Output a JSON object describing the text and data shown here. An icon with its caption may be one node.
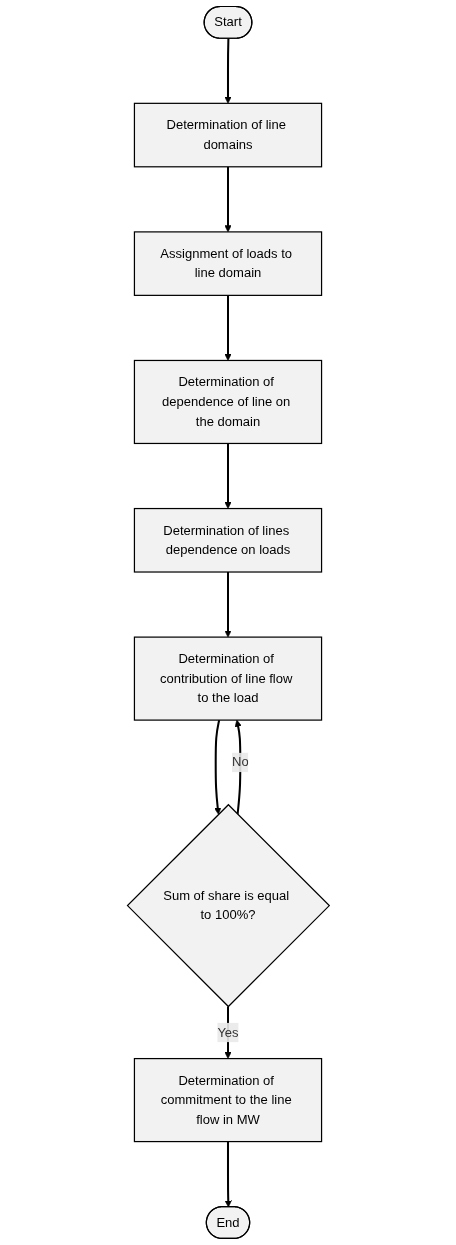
{
  "diagram": {
    "nodes": [
      {
        "text": [
          "Start"
        ]
      },
      {
        "text": [
          "Determination of line domains"
        ]
      },
      {
        "text": [
          "Assignment of loads to line domain"
        ]
      },
      {
        "text": [
          "Determination of dependence of line on the domain"
        ]
      },
      {
        "text": [
          "Determination of lines dependence on loads"
        ]
      },
      {
        "text": [
          "Determination of contribution of line flow to the load"
        ]
      },
      {
        "text": [
          "Sum of share is equal to 100%?"
        ]
      },
      {
        "text": [
          "Determination of commitment to the line flow in MW"
        ]
      },
      {
        "text": [
          "End"
        ]
      }
    ],
    "edges": [
      {
        "from": 0,
        "to": 1,
        "arrow": "to"
      },
      {
        "from": 1,
        "to": 2,
        "arrow": "to"
      },
      {
        "from": 2,
        "to": 3,
        "arrow": "to"
      },
      {
        "from": 3,
        "to": 4,
        "arrow": "to"
      },
      {
        "from": 4,
        "to": 5,
        "arrow": "to"
      },
      {
        "from": 5,
        "to": 6,
        "arrow": "to"
      },
      {
        "from": 6,
        "to": 7,
        "label": "Yes",
        "arrow": "to"
      },
      {
        "from": 6,
        "to": 5,
        "label": "No",
        "arrow": "to"
      },
      {
        "from": 7,
        "to": 8,
        "arrow": "to"
      }
    ]
  }
}
